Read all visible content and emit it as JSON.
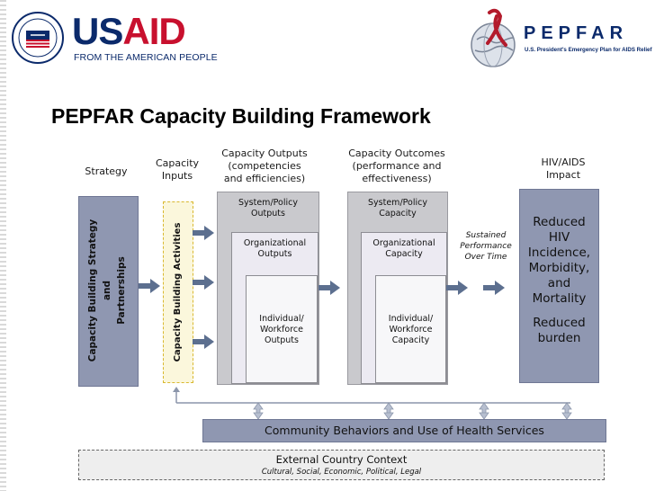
{
  "header": {
    "usaid_us": "US",
    "usaid_aid": "AID",
    "usaid_tagline": "FROM THE AMERICAN PEOPLE",
    "pepfar_name": "PEPFAR",
    "pepfar_tagline": "U.S. President's Emergency Plan for AIDS Relief"
  },
  "title": "PEPFAR Capacity Building Framework",
  "columns": {
    "strategy": "Strategy",
    "inputs": [
      "Capacity",
      "Inputs"
    ],
    "outputs": [
      "Capacity Outputs",
      "(competencies",
      "and efficiencies)"
    ],
    "outcomes": [
      "Capacity Outcomes",
      "(performance and",
      "effectiveness)"
    ],
    "impact": [
      "HIV/AIDS",
      "Impact"
    ]
  },
  "strategy_box": [
    "Capacity Building Strategy",
    "and",
    "Partnerships"
  ],
  "inputs_box": "Capacity Building Activities",
  "outputs": {
    "system": [
      "System/Policy",
      "Outputs"
    ],
    "organizational": [
      "Organizational",
      "Outputs"
    ],
    "individual": [
      "Individual/",
      "Workforce",
      "Outputs"
    ]
  },
  "sustained": [
    "Sustained",
    "Performance",
    "Over Time"
  ],
  "outcomes": {
    "system": [
      "System/Policy",
      "Capacity"
    ],
    "organizational": [
      "Organizational",
      "Capacity"
    ],
    "individual": [
      "Individual/",
      "Workforce",
      "Capacity"
    ]
  },
  "impact_box": {
    "lines": [
      "Reduced",
      "HIV",
      "Incidence,",
      "Morbidity,",
      "and",
      "Mortality"
    ],
    "lines2": [
      "Reduced",
      "burden"
    ]
  },
  "community": "Community Behaviors and Use of Health Services",
  "external": {
    "title": "External Country Context",
    "subtitle": "Cultural, Social, Economic, Political, Legal"
  },
  "colors": {
    "dark_box": "#8f97b1",
    "inputs_fill": "#fbf7dc",
    "inputs_border": "#d9b830",
    "arrow": "#5c6f8f"
  }
}
